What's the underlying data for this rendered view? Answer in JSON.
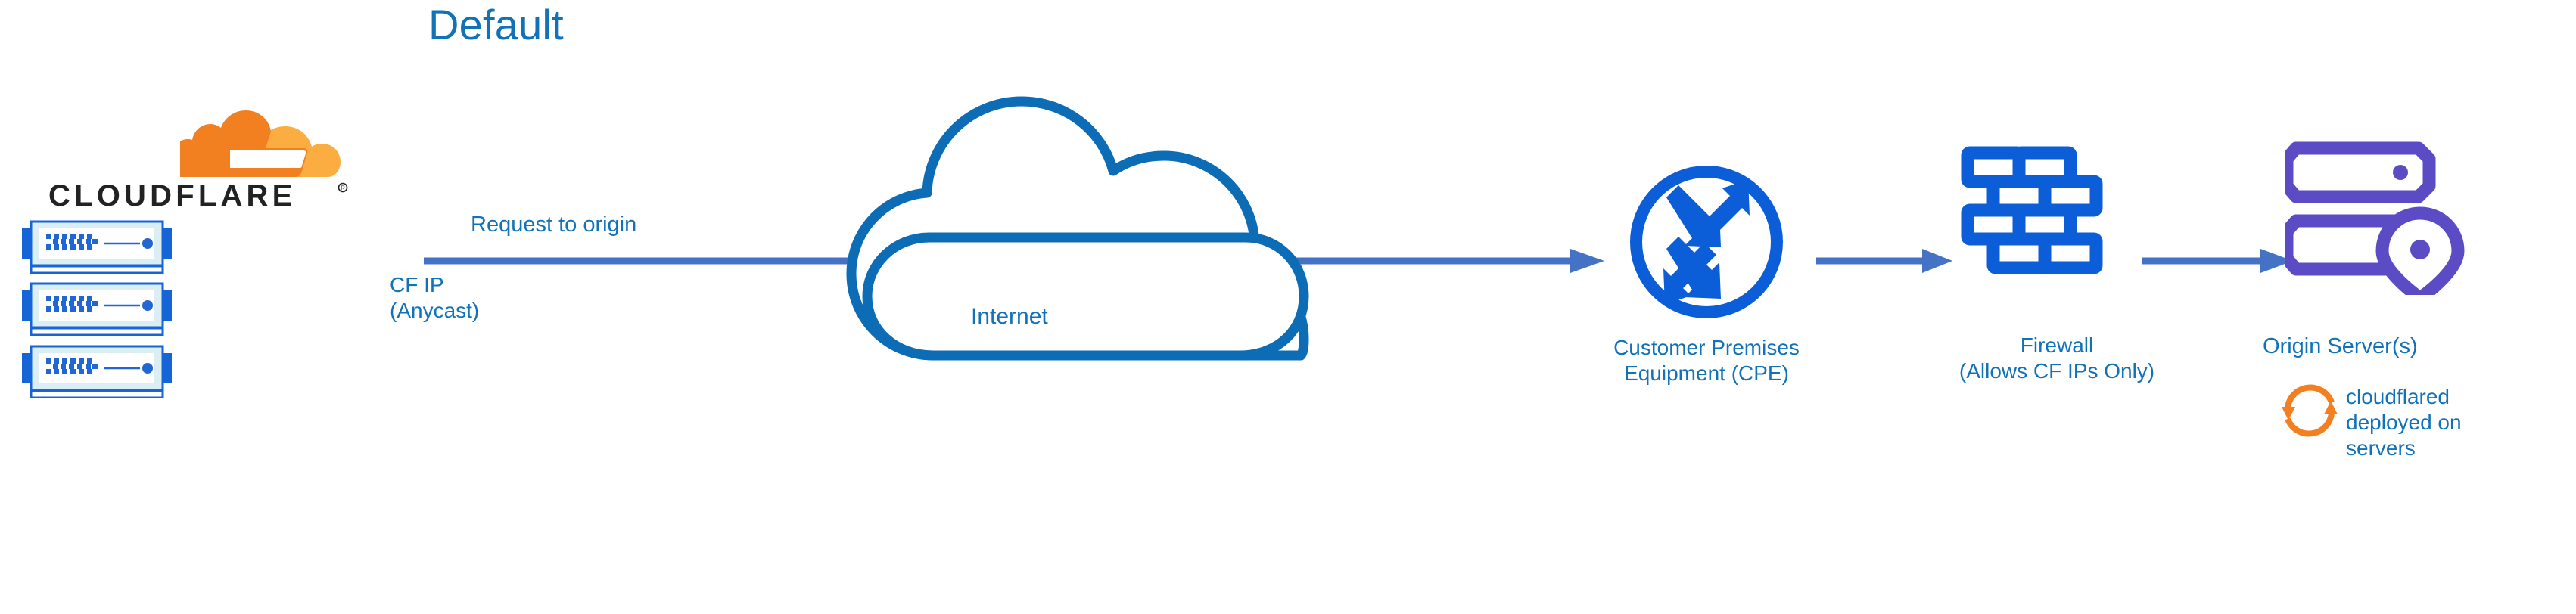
{
  "title": "Default",
  "colors": {
    "title_blue": "#1272B8",
    "label_blue": "#1272B8",
    "arrow_blue": "#4472C4",
    "cloud_stroke_blue": "#0C6CB5",
    "icon_blue": "#0B5ED7",
    "origin_purple": "#5B4BC4",
    "cloudflared_orange": "#F38020",
    "cf_logo_orange": "#F38020",
    "cf_logo_orange_light": "#FBAD41",
    "cf_wordmark_black": "#222222",
    "server_body_light": "#DBEEF4",
    "server_border_blue": "#1565D8",
    "server_dot_blue": "#2066D4"
  },
  "brand": {
    "logo_name": "cloudflare-logo",
    "wordmark": "CLOUDFLARE",
    "registered_mark": "®"
  },
  "nodes": [
    {
      "id": "cf-edge",
      "icon": "cloudflare-servers-stack",
      "label_lines": [
        "CF IP",
        "(Anycast)"
      ],
      "server_count": 3
    },
    {
      "id": "internet",
      "icon": "cloud-icon",
      "label_lines": [
        "Internet"
      ]
    },
    {
      "id": "cpe",
      "icon": "router-icon",
      "label_lines": [
        "Customer Premises",
        "Equipment (CPE)"
      ]
    },
    {
      "id": "firewall",
      "icon": "brick-wall-icon",
      "label_lines": [
        "Firewall",
        "(Allows CF IPs Only)"
      ]
    },
    {
      "id": "origin",
      "icon": "server-rack-pin-icon",
      "label_lines": [
        "Origin Server(s)"
      ]
    }
  ],
  "edges": [
    {
      "id": "edge-origin-request",
      "from": "cf-edge",
      "to": "cpe",
      "label": "Request to origin",
      "arrow": "right"
    },
    {
      "id": "edge-cpe-firewall",
      "from": "cpe",
      "to": "firewall",
      "label": "",
      "arrow": "right"
    },
    {
      "id": "edge-firewall-origin",
      "from": "firewall",
      "to": "origin",
      "label": "",
      "arrow": "right"
    }
  ],
  "labels": {
    "request_to_origin": "Request to origin",
    "cf_ip_line1": "CF IP",
    "cf_ip_line2": "(Anycast)",
    "internet": "Internet",
    "cpe_line1": "Customer Premises",
    "cpe_line2": "Equipment (CPE)",
    "firewall_line1": "Firewall",
    "firewall_line2": "(Allows CF IPs Only)",
    "origin_server": "Origin Server(s)",
    "cloudflared_line1": "cloudflared",
    "cloudflared_line2": "deployed on",
    "cloudflared_line3": "servers"
  },
  "icons": {
    "cloudflared": "sync-arrows-icon",
    "cpe": "router-icon",
    "firewall": "brick-wall-icon",
    "origin": "server-rack-pin-icon",
    "internet": "cloud-icon"
  }
}
